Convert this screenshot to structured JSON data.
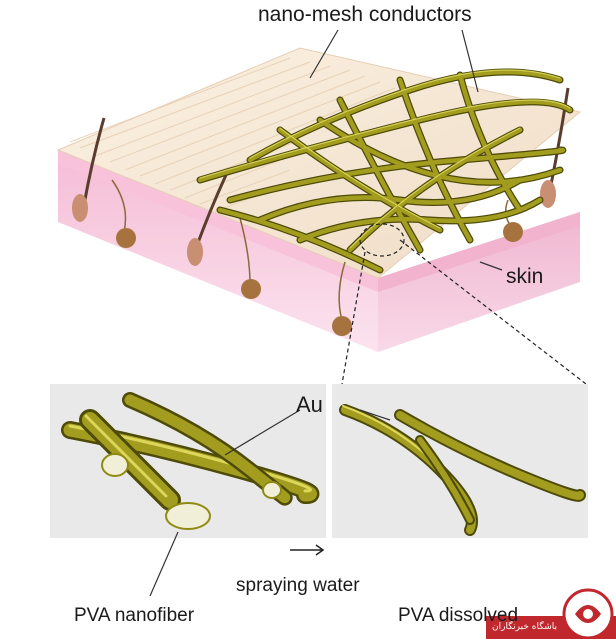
{
  "labels": {
    "nanomesh": "nano-mesh conductors",
    "skin": "skin",
    "au_left": "Au",
    "spraying": "spraying water",
    "pva_nanofiber": "PVA nanofiber",
    "pva_dissolved": "PVA dissolved"
  },
  "watermark": {
    "text": "باشگاه خبرنگاران",
    "color": "#c0282d"
  },
  "colors": {
    "skin_top": "#f4e6d3",
    "skin_side": "#f5c9df",
    "skin_front": "#f8d5e5",
    "fiber": "#8f8a12",
    "fiber_highlight": "#d8d34a",
    "inset_bg": "#e9e9e9",
    "pva_core": "#f2efd8"
  },
  "icons": {
    "arrow": "right-arrow-icon",
    "logo": "news-agency-logo-icon"
  }
}
